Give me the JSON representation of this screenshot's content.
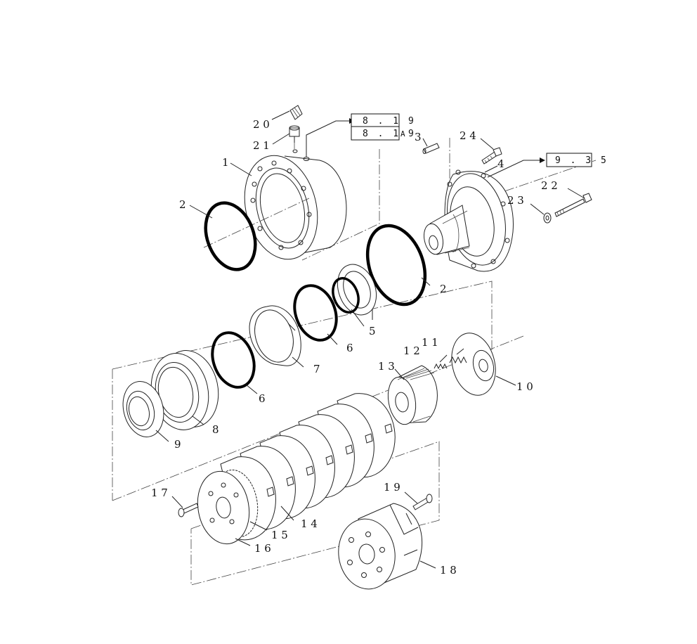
{
  "callouts": {
    "c1": "1",
    "c2a": "2",
    "c2b": "2",
    "c3": "3",
    "c4": "4",
    "c5": "5",
    "c6a": "6",
    "c6b": "6",
    "c7": "7",
    "c8": "8",
    "c9": "9",
    "c10": "1 0",
    "c11": "1 1",
    "c12": "1 2",
    "c13": "1 3",
    "c14": "1 4",
    "c15": "1 5",
    "c16": "1 6",
    "c17": "1 7",
    "c18": "1 8",
    "c19": "1 9",
    "c20": "2 0",
    "c21": "2 1",
    "c22": "2 2",
    "c23": "2 3",
    "c24": "2 4"
  },
  "refs": {
    "ref_a": "8 . 1 9",
    "ref_b": "8 . 1 9",
    "ref_b_suffix": "A",
    "ref_c": "9 . 3 5"
  }
}
